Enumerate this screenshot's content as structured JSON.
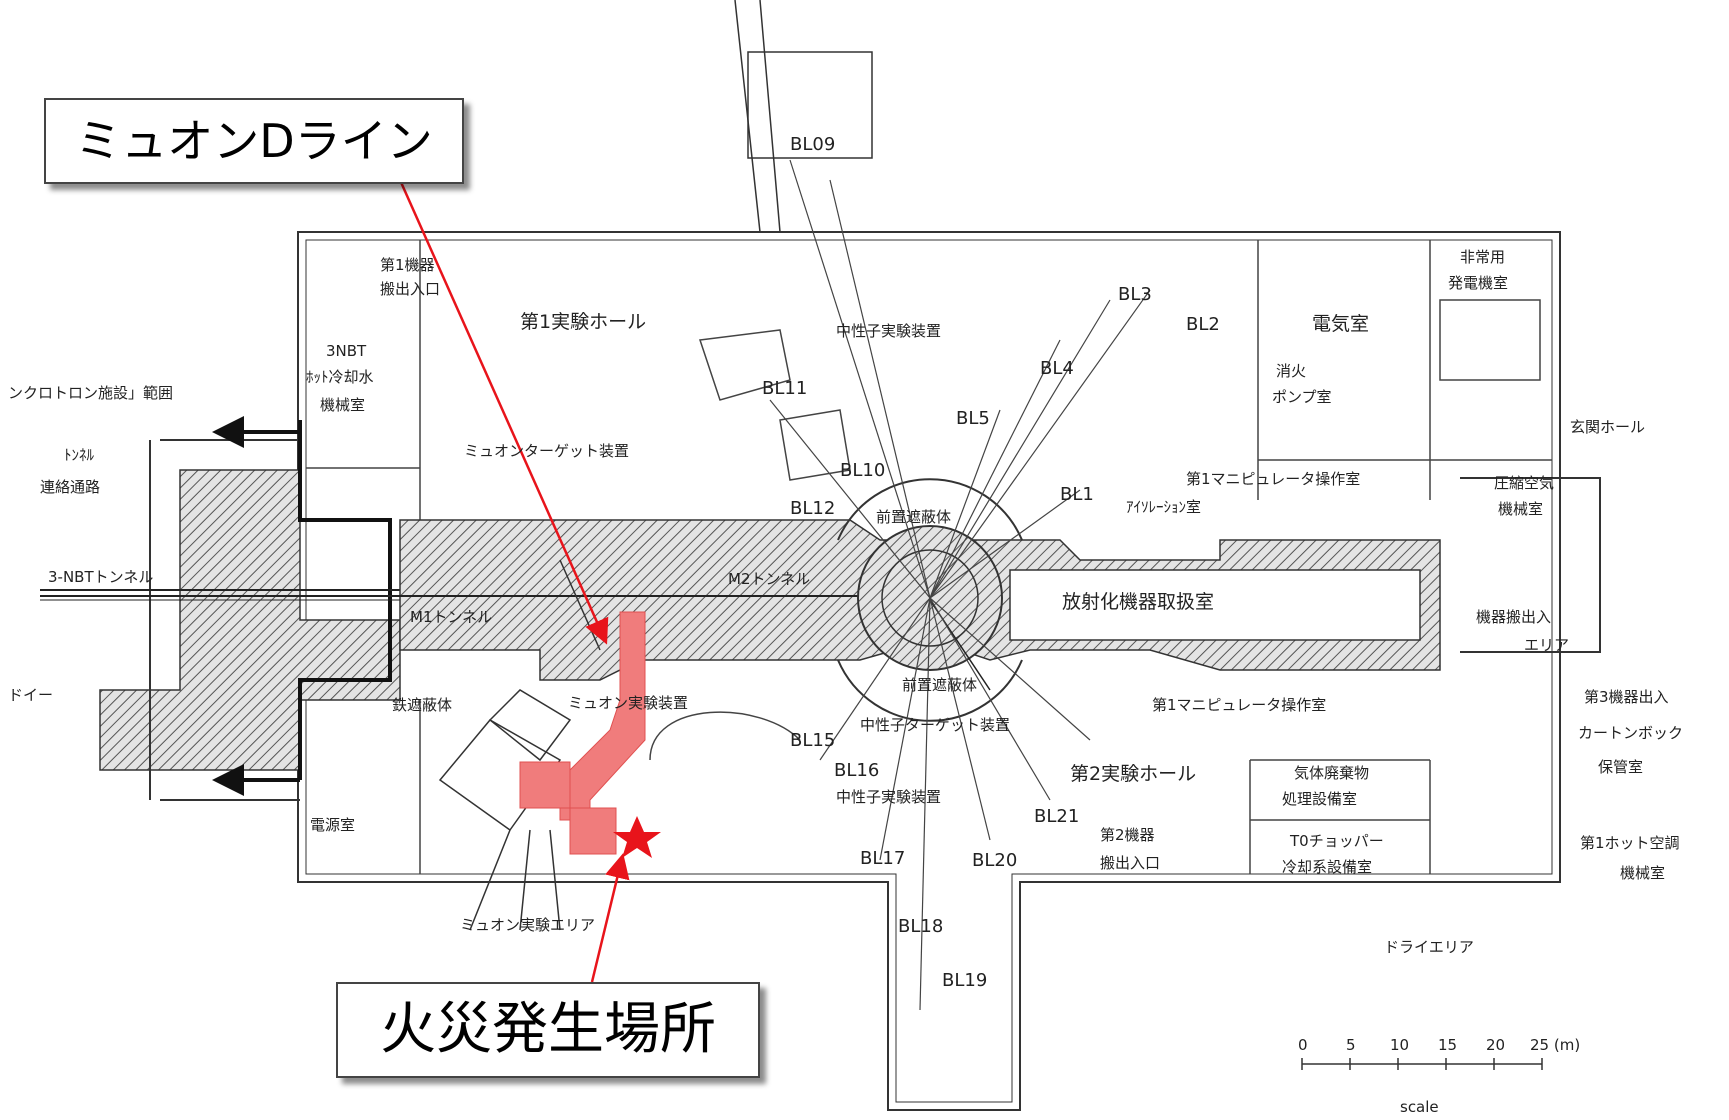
{
  "callouts": {
    "muon_d_line": "ミュオンDライン",
    "fire_location": "火災発生場所"
  },
  "colors": {
    "highlight": "#f07c7c",
    "arrow": "#e8141b",
    "star": "#e8141b",
    "hatch": "#555555",
    "wall": "#333333"
  },
  "rooms": {
    "first_hall": "第1実験ホール",
    "second_hall": "第2実験ホール",
    "equip_entry_1": [
      "第1機器",
      "搬出入口"
    ],
    "equip_entry_2": [
      "第2機器",
      "搬出入口"
    ],
    "nbt_room": [
      "3NBT",
      "ﾎｯﾄ冷却水",
      "機械室"
    ],
    "synchrotron": "ンクロトロン施設」範囲",
    "tunnel_link": [
      "ﾄﾝﾈﾙ",
      "連絡通路"
    ],
    "nbt_tunnel": "3-NBTトンネル",
    "m1_tunnel": "M1トンネル",
    "m2_tunnel": "M2トンネル",
    "iron_shield": "鉄遮蔽体",
    "muon_target": "ミュオンターゲット装置",
    "muon_exp_device": "ミュオン実験装置",
    "muon_exp_area": "ミュオン実験エリア",
    "electric_left": "電源室",
    "neutron_exp_top": "中性子実験装置",
    "neutron_exp_bottom": "中性子実験装置",
    "neutron_target": "中性子ターゲット装置",
    "front_shield_top": "前置遮蔽体",
    "front_shield_bottom": "前置遮蔽体",
    "radiation_handling": "放射化機器取扱室",
    "manip_room_1a": "第1マニピュレータ操作室",
    "manip_room_1b": "第1マニピュレータ操作室",
    "isolation": "ｱｲｿﾚｰｼｮﾝ室",
    "electrical": "電気室",
    "emergency_gen": [
      "非常用",
      "発電機室"
    ],
    "fire_pump": [
      "消火",
      "ポンプ室"
    ],
    "entrance_hall": "玄関ホール",
    "compressed_air": [
      "圧縮空気",
      "機械室"
    ],
    "equip_in_out": [
      "機器搬出入",
      "エリア"
    ],
    "third_equip": [
      "第3機器出入",
      "カートンボック",
      "保管室"
    ],
    "gas_waste": [
      "気体廃棄物",
      "処理設備室"
    ],
    "t0_chopper": [
      "T0チョッパー",
      "冷却系設備室"
    ],
    "hot_air": [
      "第1ホット空調",
      "機械室"
    ],
    "dry_area": "ドライエリア",
    "dry_left": "ドイー"
  },
  "beamlines": {
    "bl09": "BL09",
    "bl3": "BL3",
    "bl2": "BL2",
    "bl4": "BL4",
    "bl5": "BL5",
    "bl11": "BL11",
    "bl10": "BL10",
    "bl12": "BL12",
    "bl1": "BL1",
    "bl15": "BL15",
    "bl16": "BL16",
    "bl17": "BL17",
    "bl18": "BL18",
    "bl19": "BL19",
    "bl20": "BL20",
    "bl21": "BL21"
  },
  "scale": {
    "ticks": [
      "0",
      "5",
      "10",
      "15",
      "20",
      "25 (m)"
    ],
    "label": "scale"
  }
}
